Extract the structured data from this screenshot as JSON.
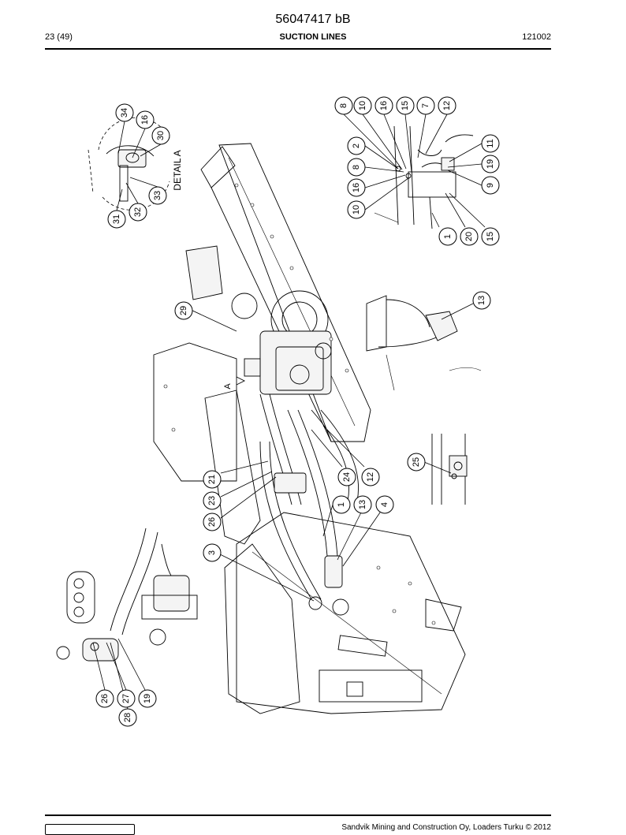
{
  "header": {
    "doc_number": "56047417 bB",
    "page_number": "23 (49)",
    "section_title": "SUCTION LINES",
    "date_code": "121002"
  },
  "drawing": {
    "detail_label": "DETAIL A",
    "view_marker": "A",
    "callouts": [
      "34",
      "16",
      "30",
      "33",
      "32",
      "31",
      "8",
      "10",
      "16",
      "15",
      "7",
      "12",
      "2",
      "8",
      "16",
      "10",
      "11",
      "19",
      "9",
      "1",
      "20",
      "15",
      "13",
      "29",
      "25",
      "21",
      "23",
      "26",
      "24",
      "12",
      "1",
      "13",
      "4",
      "3",
      "26",
      "27",
      "28",
      "19"
    ]
  },
  "footer": {
    "copyright": "Sandvik Mining and Construction Oy, Loaders Turku © 2012"
  }
}
